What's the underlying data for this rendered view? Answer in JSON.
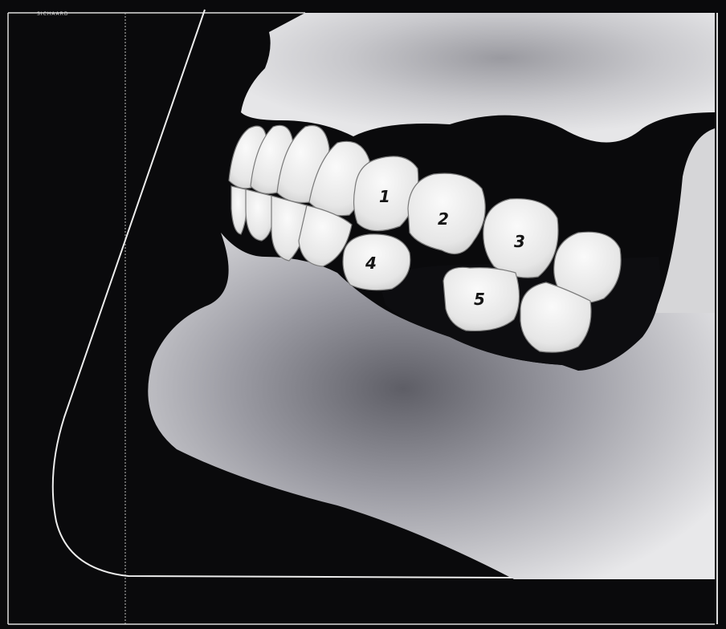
{
  "artist_signature": "SICHAARD",
  "tooth_labels": {
    "upper_first": "1",
    "upper_second": "2",
    "upper_third": "3",
    "lower_first": "4",
    "lower_second": "5"
  },
  "colors": {
    "background": "#0a0a0c",
    "bone": "#e4e4e4",
    "shadow": "#6a6a70",
    "tooth": "#eeeeee",
    "outline": "#f2f2f2"
  }
}
